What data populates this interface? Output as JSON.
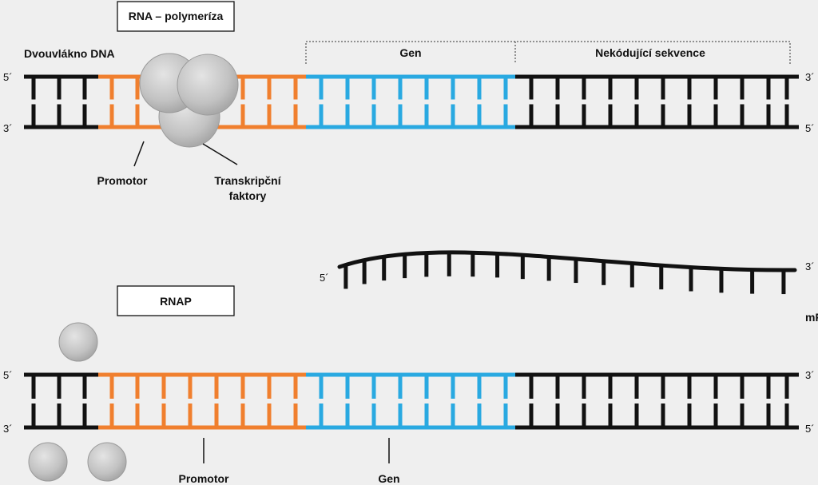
{
  "top": {
    "box_label": "RNA – polymeríza",
    "dna_label": "Dvouvlákno DNA",
    "gene_label": "Gen",
    "noncoding_label": "Nekódující sekvence",
    "promoter_label": "Promotor",
    "tf_label_line1": "Transkripční",
    "tf_label_line2": "faktory",
    "end_left_top": "5´",
    "end_left_bottom": "3´",
    "end_right_top": "3´",
    "end_right_bottom": "5´"
  },
  "mrna": {
    "label": "mRNA",
    "end_left": "5´",
    "end_right": "3´"
  },
  "bottom": {
    "box_label": "RNAP",
    "promoter_label": "Promotor",
    "gene_label": "Gen",
    "end_left_top": "5´",
    "end_left_bottom": "3´",
    "end_right_top": "3´",
    "end_right_bottom": "5´"
  },
  "colors": {
    "background": "#efefef",
    "strand": "#111111",
    "promoter": "#f07f2e",
    "gene": "#29a9e1",
    "protein": "#c4c4c4"
  }
}
